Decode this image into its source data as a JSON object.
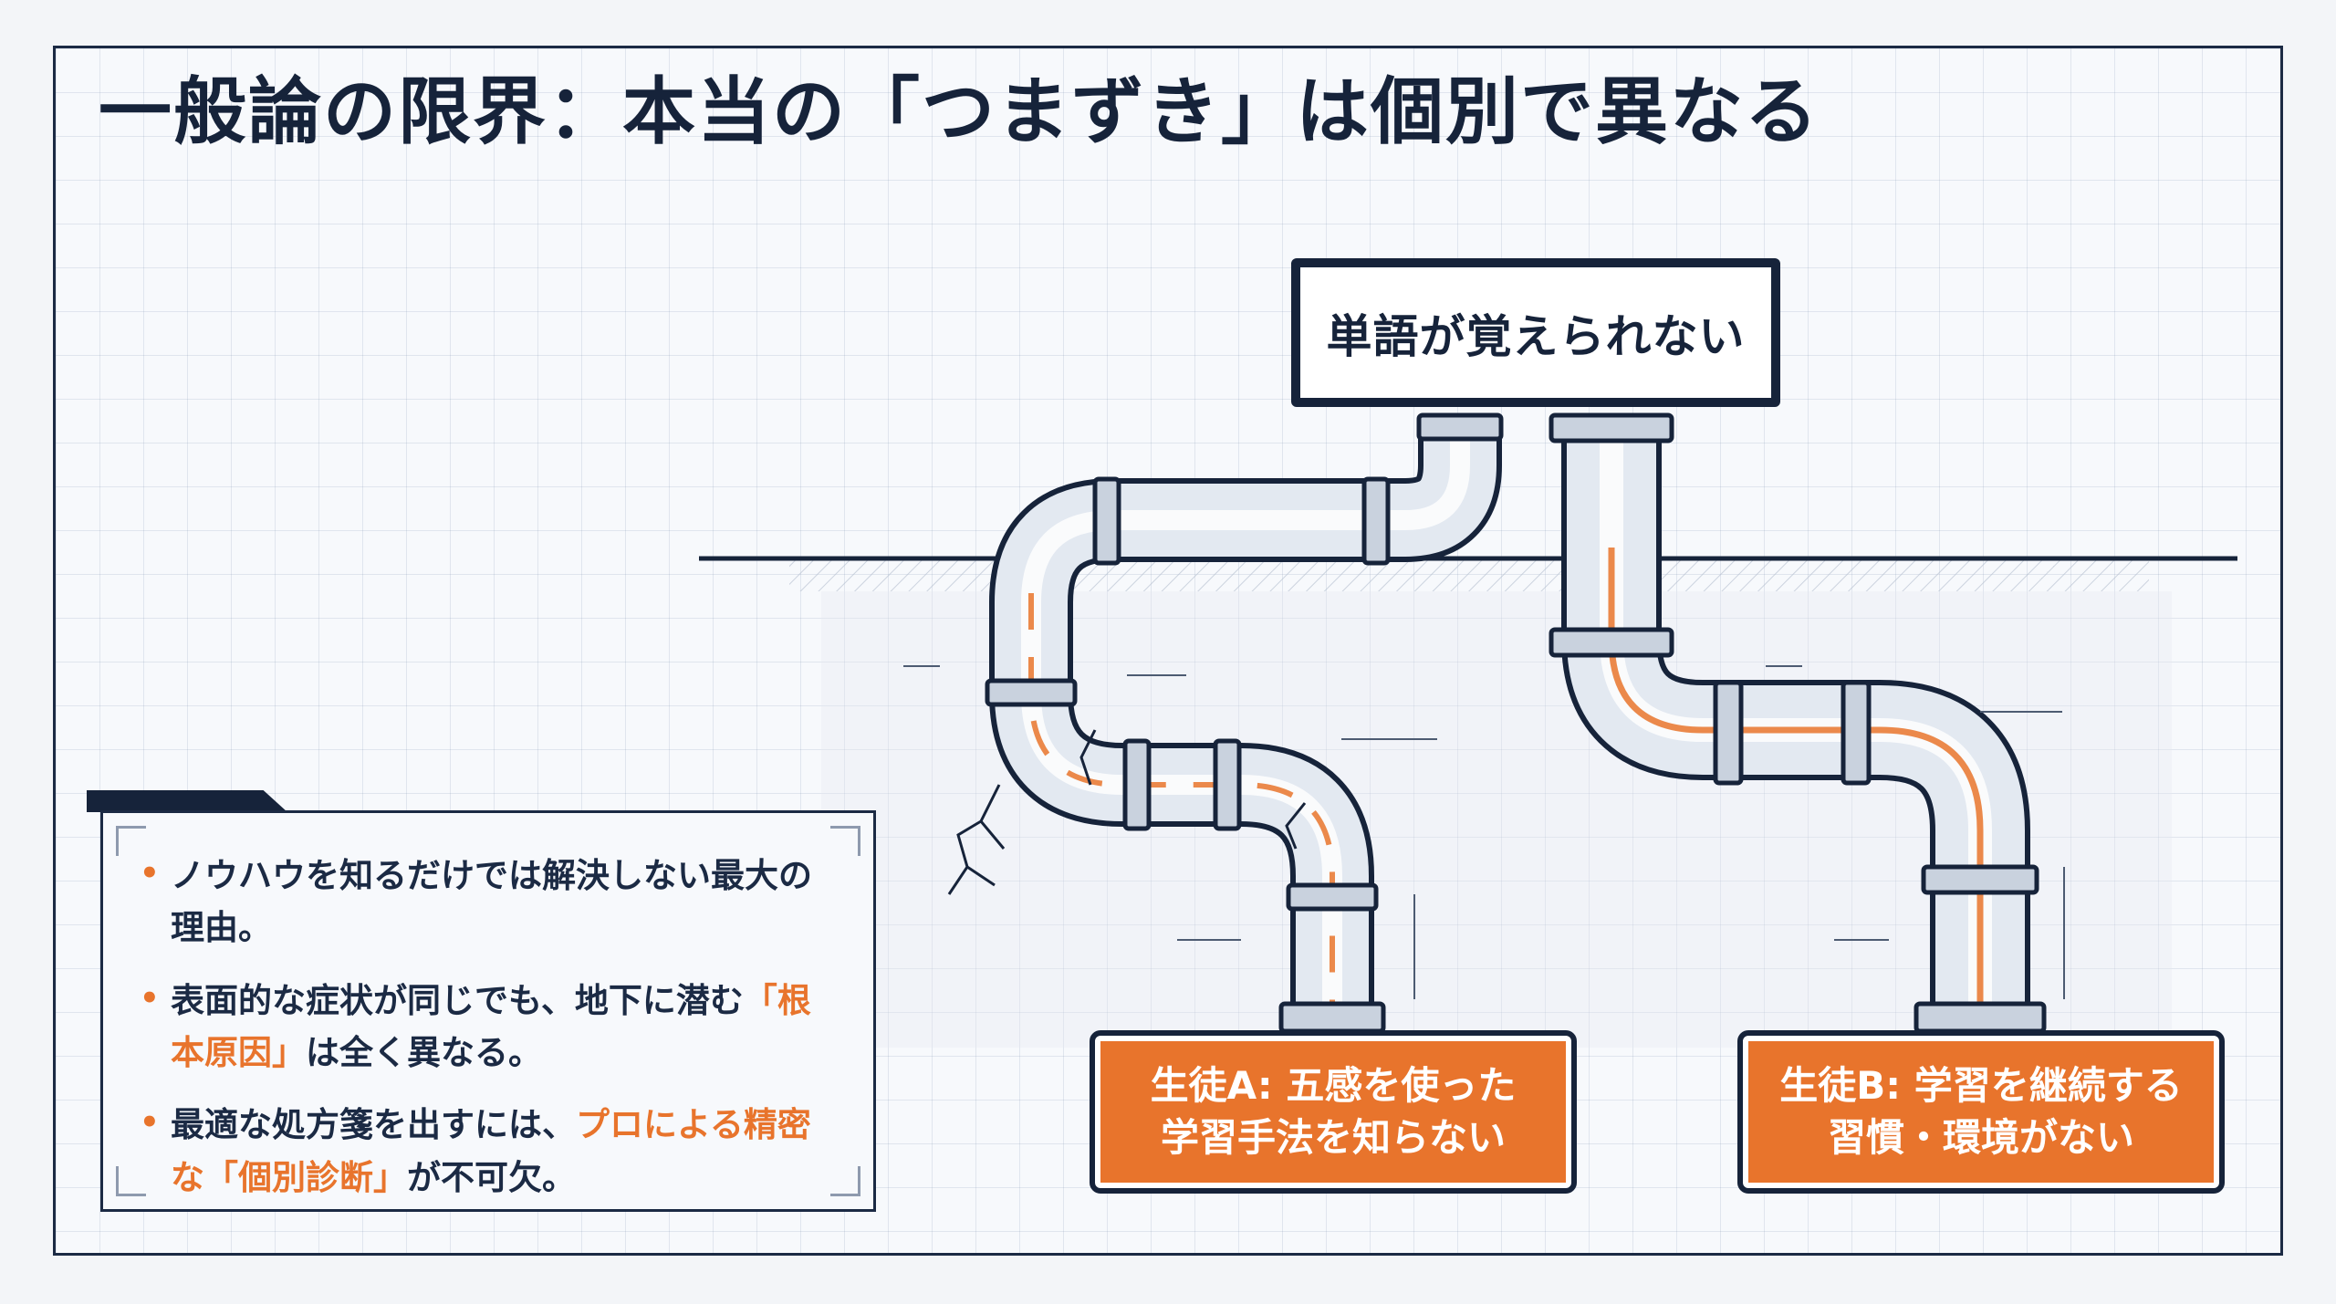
{
  "title": "一般論の限界：本当の「つまずき」は個別で異なる",
  "top_label": "単語が覚えられない",
  "student_a": {
    "line1": "生徒A: 五感を使った",
    "line2": "学習手法を知らない"
  },
  "student_b": {
    "line1": "生徒B: 学習を継続する",
    "line2": "習慣・環境がない"
  },
  "notes": {
    "item1": "ノウハウを知るだけでは解決しない最大の理由。",
    "item2_pre": "表面的な症状が同じでも、地下に潜む",
    "item2_hl": "「根本原因」",
    "item2_post": "は全く異なる。",
    "item3_pre": "最適な処方箋を出すには、",
    "item3_hl1": "プロによる精密な「個別診断」",
    "item3_post": "が不可欠。"
  },
  "colors": {
    "navy": "#16233a",
    "orange": "#e8742c",
    "pipe": "#dfe6ef"
  }
}
